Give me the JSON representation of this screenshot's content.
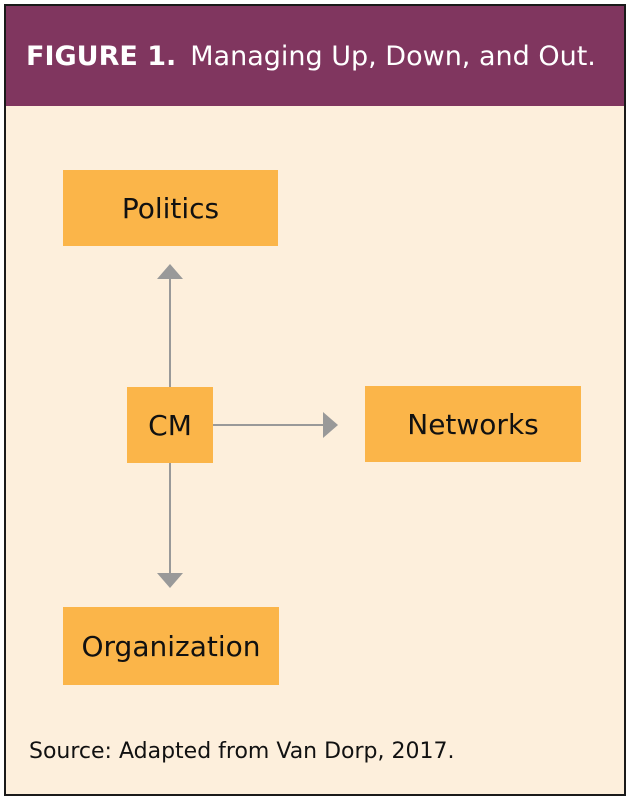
{
  "figure": {
    "label": "FIGURE 1.",
    "title": "Managing Up, Down, and Out.",
    "header_color": "#80365f",
    "background_color": "#fdefdc"
  },
  "nodes": {
    "politics": "Politics",
    "cm": "CM",
    "networks": "Networks",
    "organization": "Organization",
    "fill_color": "#fbb549"
  },
  "edges": [
    {
      "from": "CM",
      "to": "Politics"
    },
    {
      "from": "CM",
      "to": "Networks"
    },
    {
      "from": "CM",
      "to": "Organization"
    }
  ],
  "connector_color": "#999999",
  "source_note": "Source: Adapted from Van Dorp, 2017."
}
